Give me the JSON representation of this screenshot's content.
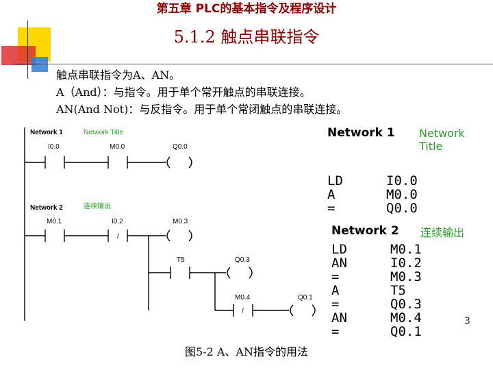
{
  "header": "第五章  PLC的基本指令及程序设计",
  "section_title": "5.1.2   触点串联指令",
  "bullets": [
    "触点串联指令为A、AN。",
    "A（And）：与指令。用于单个常开触点的串联连接。",
    "AN(And Not)：与反指令。用于单个常闭触点的串联连接。"
  ],
  "ladder": {
    "network1": {
      "label": "Network 1",
      "title": "Network Title",
      "contact1": "I0.0",
      "contact2": "M0.0",
      "coil": "Q0.0"
    },
    "network2": {
      "label": "Network 2",
      "title": "连续输出",
      "contact1": "M0.1",
      "contact2": "I0.2",
      "coil1": "M0.3",
      "contact3": "T5",
      "coil2": "Q0.3",
      "contact4": "M0.4",
      "coil3": "Q0.1"
    },
    "nc_mark": "/"
  },
  "stl": {
    "network1": {
      "label": "Network 1",
      "title": "Network Title",
      "rows": [
        {
          "op": "LD",
          "operand": "I0.0"
        },
        {
          "op": "A",
          "operand": "M0.0"
        },
        {
          "op": "=",
          "operand": "Q0.0"
        }
      ]
    },
    "network2": {
      "label": "Network 2",
      "title": "连续输出",
      "rows": [
        {
          "op": "LD",
          "operand": "M0.1"
        },
        {
          "op": "AN",
          "operand": "I0.2"
        },
        {
          "op": "=",
          "operand": "M0.3"
        },
        {
          "op": "A",
          "operand": "T5"
        },
        {
          "op": "=",
          "operand": "Q0.3"
        },
        {
          "op": "AN",
          "operand": "M0.4"
        },
        {
          "op": "=",
          "operand": "Q0.1"
        }
      ]
    }
  },
  "page_number": "3",
  "caption": "图5-2     A、AN指令的用法",
  "colors": {
    "header_red": "#8b0000",
    "square_yellow": "#ffd700",
    "square_red": "#e03030",
    "square_blue": "#2f7fd6",
    "network_title_green": "#2a9a2a"
  }
}
